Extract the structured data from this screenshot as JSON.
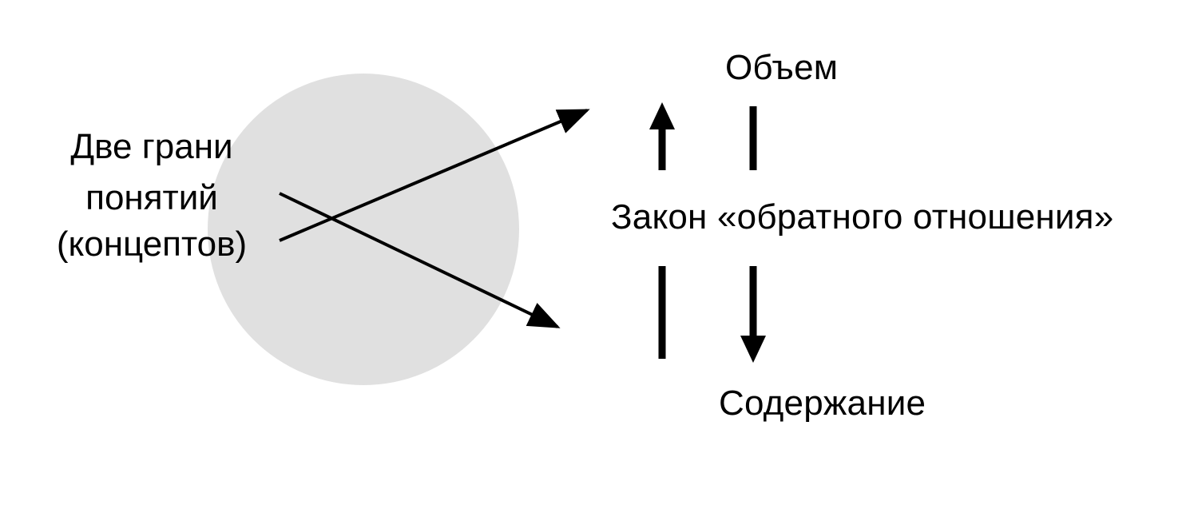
{
  "concept": {
    "lines": [
      "Две грани",
      "понятий",
      "(концептов)"
    ]
  },
  "volume": "Объем",
  "law": "Закон «обратного отношения»",
  "content": "Содержание",
  "colors": {
    "circle_fill": "#e0e0e0",
    "stroke": "#000000",
    "background": "#ffffff"
  }
}
